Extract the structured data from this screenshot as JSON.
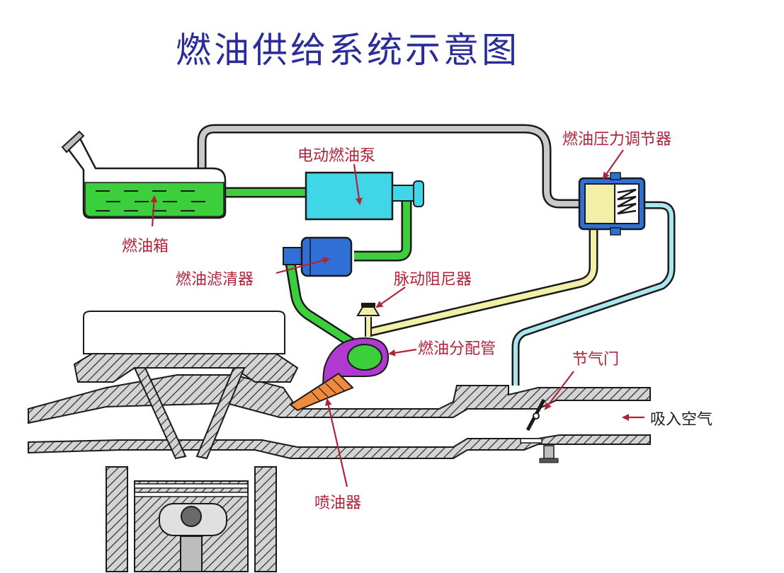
{
  "title": "燃油供给系统示意图",
  "labels": {
    "tank": "燃油箱",
    "pump": "电动燃油泵",
    "regulator": "燃油压力调节器",
    "filter": "燃油滤清器",
    "damper": "脉动阻尼器",
    "rail": "燃油分配管",
    "throttle": "节气门",
    "air": "吸入空气",
    "injector": "喷油器"
  },
  "colors": {
    "title": "#2b2c9a",
    "label": "#b0243a",
    "fuel_feed": "#3ccf3c",
    "fuel_return": "#c9c9c9",
    "pressure_line": "#f1f0a6",
    "vacuum_line": "#a9e6ee",
    "pump": "#40d6e8",
    "filter": "#2f6fd6",
    "rail_jacket": "#b03ad0",
    "injector": "#f08a3c"
  }
}
